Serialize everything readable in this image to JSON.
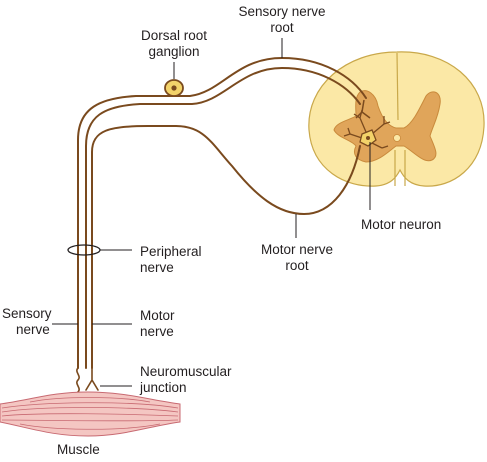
{
  "labels": {
    "dorsal_root_ganglion_1": "Dorsal root",
    "dorsal_root_ganglion_2": "ganglion",
    "sensory_nerve_root_1": "Sensory nerve",
    "sensory_nerve_root_2": "root",
    "motor_neuron": "Motor neuron",
    "motor_nerve_root_1": "Motor nerve",
    "motor_nerve_root_2": "root",
    "peripheral_nerve_1": "Peripheral",
    "peripheral_nerve_2": "nerve",
    "sensory_nerve_1": "Sensory",
    "sensory_nerve_2": "nerve",
    "motor_nerve_1": "Motor",
    "motor_nerve_2": "nerve",
    "neuromuscular_junction_1": "Neuromuscular",
    "neuromuscular_junction_2": "junction",
    "muscle": "Muscle"
  },
  "colors": {
    "nerve": "#7a4a1e",
    "leader": "#231f20",
    "white_matter": "#fbe8a6",
    "white_matter_edge": "#c9a84a",
    "grey_matter": "#e0a55a",
    "ganglion": "#f3d36a",
    "muscle_light": "#f4c6c2",
    "muscle_dark": "#c86a72"
  }
}
